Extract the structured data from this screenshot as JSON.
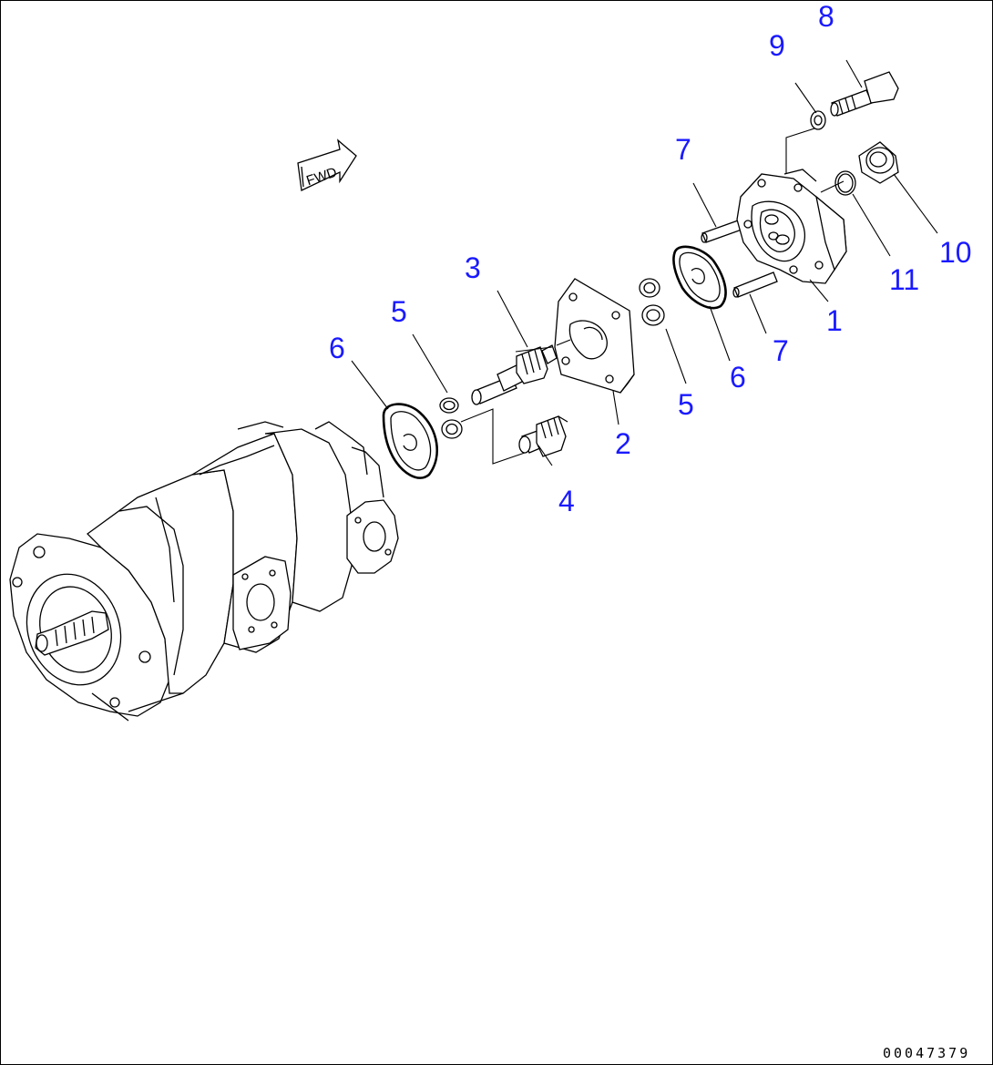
{
  "direction_marker": {
    "text": "FWD"
  },
  "callouts": [
    {
      "id": "1",
      "text": "1"
    },
    {
      "id": "2",
      "text": "2"
    },
    {
      "id": "3",
      "text": "3"
    },
    {
      "id": "4",
      "text": "4"
    },
    {
      "id": "5a",
      "text": "5"
    },
    {
      "id": "5b",
      "text": "5"
    },
    {
      "id": "6a",
      "text": "6"
    },
    {
      "id": "6b",
      "text": "6"
    },
    {
      "id": "7a",
      "text": "7"
    },
    {
      "id": "7b",
      "text": "7"
    },
    {
      "id": "8",
      "text": "8"
    },
    {
      "id": "9",
      "text": "9"
    },
    {
      "id": "10",
      "text": "10"
    },
    {
      "id": "11",
      "text": "11"
    }
  ],
  "document_number": "00047379",
  "colors": {
    "callout": "#1a1aff",
    "line": "#000000",
    "background": "#ffffff"
  }
}
